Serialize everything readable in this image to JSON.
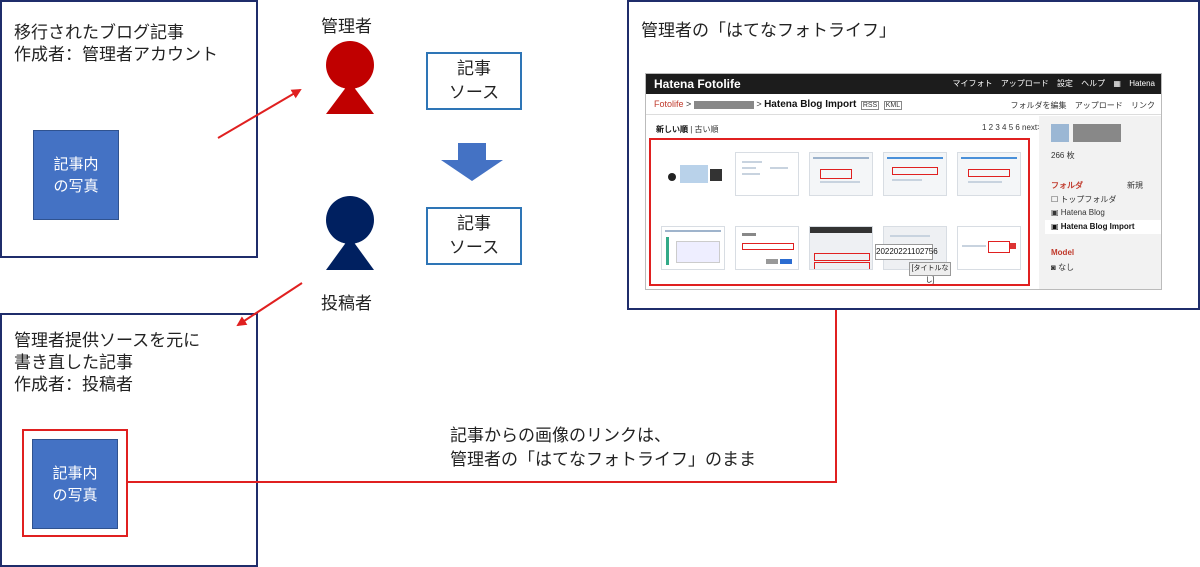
{
  "left_top": {
    "text": "移行されたブログ記事\n作成者：管理者アカウント",
    "photo": "記事内\nの写真"
  },
  "left_bottom": {
    "text": "管理者提供ソースを元に\n書き直した記事\n作成者：投稿者",
    "photo": "記事内\nの写真"
  },
  "admin_label": "管理者",
  "poster_label": "投稿者",
  "source_top": "記事\nソース",
  "source_bottom": "記事\nソース",
  "right_panel_title": "管理者の「はてなフォトライフ」",
  "caption": "記事からの画像のリンクは、\n管理者の「はてなフォトライフ」のまま",
  "fotolife": {
    "logo": "Hatena Fotolife",
    "nav": [
      "マイフォト",
      "アップロード",
      "設定",
      "ヘルプ",
      "Hatena"
    ],
    "crumb_root": "Fotolife",
    "folder_title": "Hatena Blog Import",
    "tag_rss": "RSS",
    "tag_kml": "KML",
    "tools": [
      "フォルダを編集",
      "アップロード",
      "リンク"
    ],
    "sort_new": "新しい順",
    "sort_old": "古い順",
    "pages": "1 2 3 4 5 6 next>",
    "photo_count": "266 枚",
    "folder_section": "フォルダ",
    "new_label": "新規",
    "folders": [
      "トップフォルダ",
      "Hatena Blog",
      "Hatena Blog Import"
    ],
    "model_section": "Model",
    "model_value": "なし",
    "timestamp": "20220221102756",
    "no_title": "[タイトルなし]"
  },
  "colors": {
    "panel_border": "#1f2d6b",
    "admin": "#c00000",
    "poster": "#002060",
    "photo_box": "#4472c4",
    "source_border": "#2e75b6",
    "highlight": "#e02020",
    "down_arrow": "#4472c4"
  }
}
